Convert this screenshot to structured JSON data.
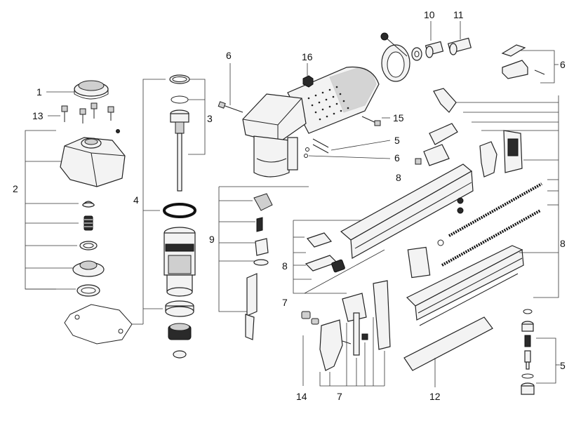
{
  "callouts": {
    "c1": "1",
    "c2": "2",
    "c3": "3",
    "c4": "4",
    "c5a": "5",
    "c5b": "5",
    "c6a": "6",
    "c6b": "6",
    "c6c": "6",
    "c7a": "7",
    "c7b": "7",
    "c8a": "8",
    "c8b": "8",
    "c8c": "8",
    "c9": "9",
    "c10": "10",
    "c11": "11",
    "c12": "12",
    "c13": "13",
    "c14": "14",
    "c15": "15",
    "c16": "16"
  }
}
